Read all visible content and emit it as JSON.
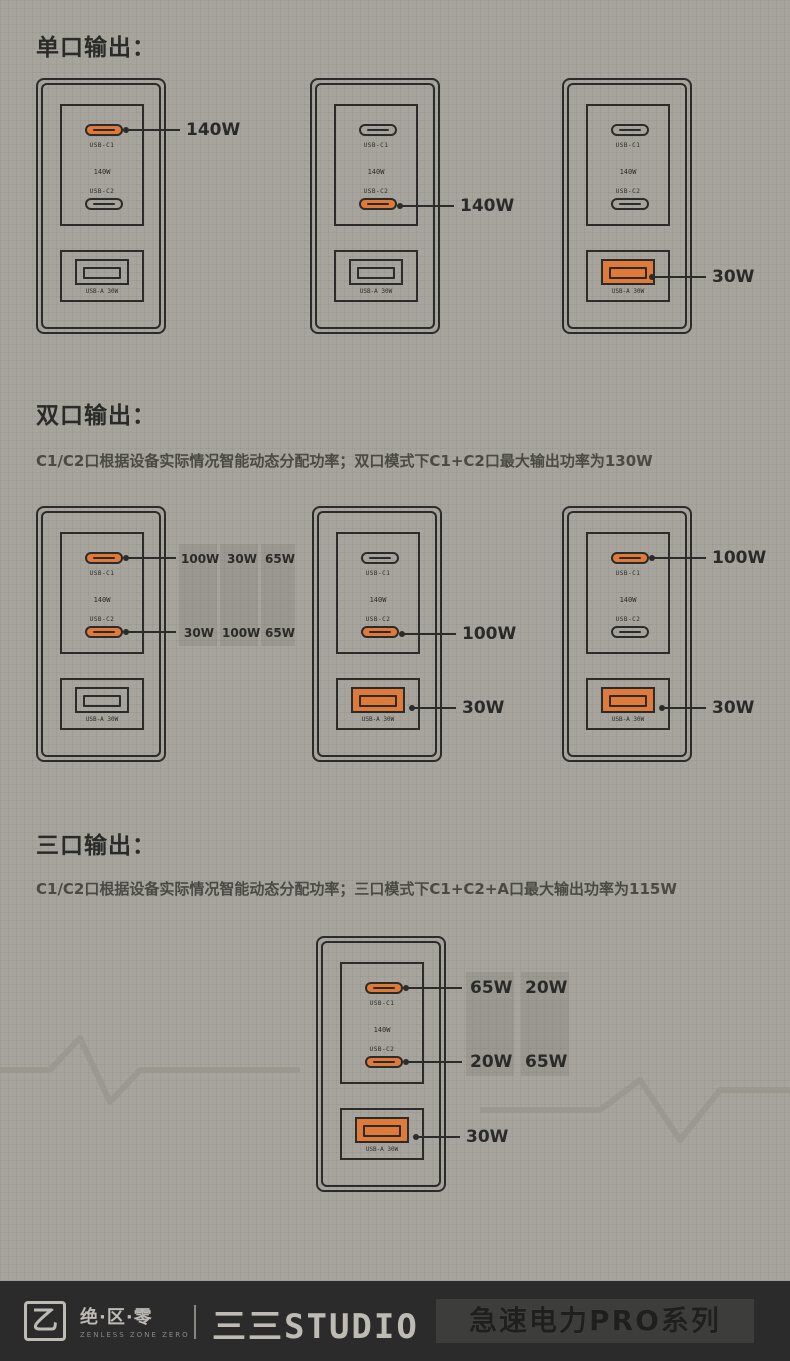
{
  "sections": {
    "single": {
      "title": "单口输出："
    },
    "dual": {
      "title": "双口输出：",
      "desc": "C1/C2口根据设备实际情况智能动态分配功率；双口模式下C1+C2口最大输出功率为130W"
    },
    "triple": {
      "title": "三口输出：",
      "desc": "C1/C2口根据设备实际情况智能动态分配功率；三口模式下C1+C2+A口最大输出功率为115W"
    }
  },
  "port_labels": {
    "c1": "USB-C1",
    "c2": "USB-C2",
    "mid": "140W",
    "a": "USB-A 30W"
  },
  "single_watts": {
    "c1": "140W",
    "c2": "140W",
    "a": "30W"
  },
  "dual": {
    "combo_c1": [
      "100W",
      "30W",
      "65W"
    ],
    "combo_c2": [
      "30W",
      "100W",
      "65W"
    ],
    "b_c2": "100W",
    "b_a": "30W",
    "c_c1": "100W",
    "c_a": "30W"
  },
  "triple": {
    "combo_c1": [
      "65W",
      "20W"
    ],
    "combo_c2": [
      "20W",
      "65W"
    ],
    "a": "30W"
  },
  "footer": {
    "brand_mark": "乙",
    "brand_text": "绝·区·零",
    "brand_sub": "ZENLESS ZONE ZERO",
    "studio": "三三STUDIO",
    "series": "急速电力PRO系列"
  },
  "colors": {
    "accent": "#e07a3a",
    "line": "#2b2b29",
    "bg": "#a6a49c"
  }
}
